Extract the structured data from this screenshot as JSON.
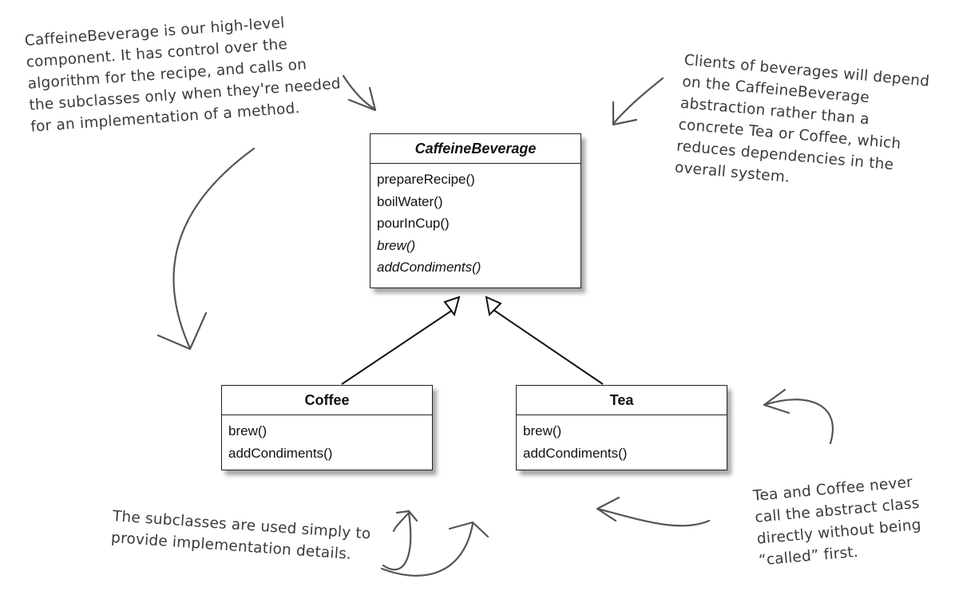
{
  "classes": {
    "caffeine": {
      "name": "CaffeineBeverage",
      "methods": [
        {
          "label": "prepareRecipe()",
          "italic": false
        },
        {
          "label": "boilWater()",
          "italic": false
        },
        {
          "label": "pourInCup()",
          "italic": false
        },
        {
          "label": "brew()",
          "italic": true
        },
        {
          "label": "addCondiments()",
          "italic": true
        }
      ]
    },
    "coffee": {
      "name": "Coffee",
      "methods": [
        {
          "label": "brew()",
          "italic": false
        },
        {
          "label": "addCondiments()",
          "italic": false
        }
      ]
    },
    "tea": {
      "name": "Tea",
      "methods": [
        {
          "label": "brew()",
          "italic": false
        },
        {
          "label": "addCondiments()",
          "italic": false
        }
      ]
    }
  },
  "notes": {
    "high_level": {
      "lines": [
        "CaffeineBeverage is our high-level",
        "component.  It has control over the",
        "algorithm for the recipe, and calls on",
        "the subclasses only when they're needed",
        "for an implementation of a method."
      ]
    },
    "clients": {
      "lines": [
        "Clients of beverages will depend",
        "on the CaffeineBeverage",
        "abstraction rather than a",
        "concrete Tea or Coffee, which",
        "reduces dependencies in the",
        "overall system."
      ]
    },
    "subclasses": {
      "lines": [
        "The subclasses are used simply to",
        "provide implementation details."
      ]
    },
    "never_call": {
      "lines": [
        "Tea and Coffee never",
        "call the abstract class",
        "directly without being",
        "“called” first."
      ]
    }
  }
}
